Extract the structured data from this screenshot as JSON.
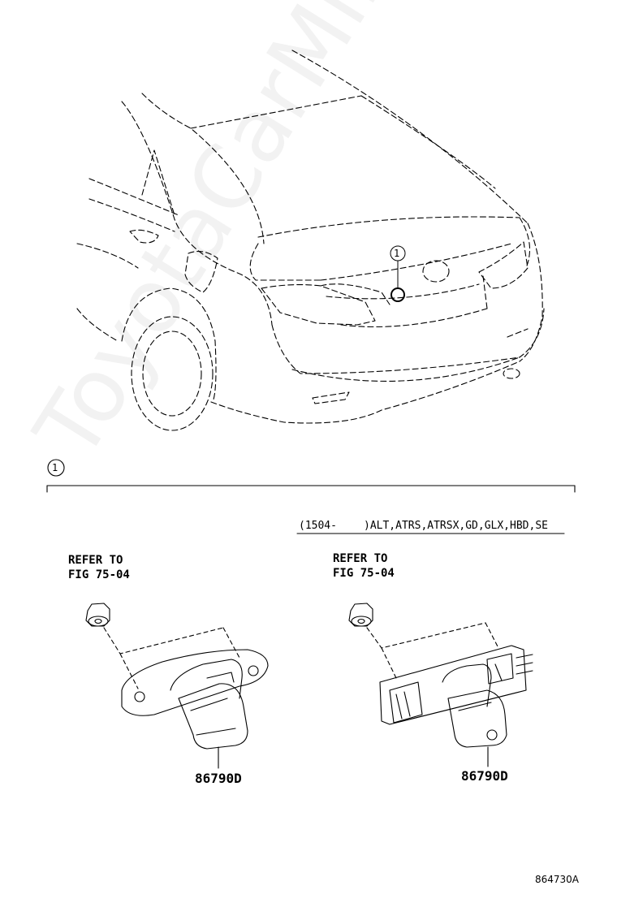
{
  "callout_number": "1",
  "section_number": "1",
  "condition_prefix": "(1504-",
  "condition_suffix": ")ALT,ATRS,ATRSX,GD,GLX,HBD,SE",
  "left_part": {
    "refer_line1": "REFER TO",
    "refer_line2": "FIG 75-04",
    "part_number": "86790D"
  },
  "right_part": {
    "refer_line1": "REFER TO",
    "refer_line2": "FIG 75-04",
    "part_number": "86790D"
  },
  "figure_code": "864730A",
  "watermark": "ToyotaCarMine.ru"
}
